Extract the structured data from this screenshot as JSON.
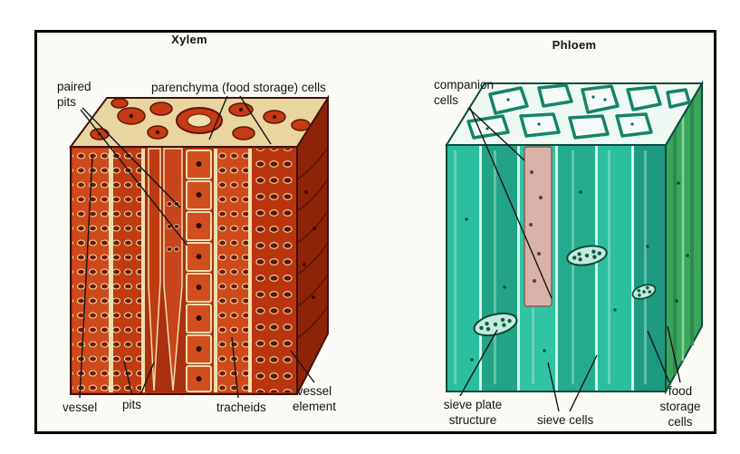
{
  "figure": {
    "xylem": {
      "title": "Xylem",
      "accent_color": "#c43b14",
      "wall_color": "#e9d5a0",
      "labels": {
        "paired_pits": "paired\npits",
        "parenchyma": "parenchyma (food storage) cells",
        "vessel": "vessel",
        "pits": "pits",
        "tracheids": "tracheids",
        "vessel_element": "vessel\nelement"
      }
    },
    "phloem": {
      "title": "Phloem",
      "accent_color": "#29b598",
      "side_color": "#3aa65c",
      "labels": {
        "companion_cells": "companion\ncells",
        "sieve_plate_structure": "sieve plate\nstructure",
        "sieve_cells": "sieve cells",
        "food_storage_cells": "food\nstorage\ncells"
      }
    }
  }
}
